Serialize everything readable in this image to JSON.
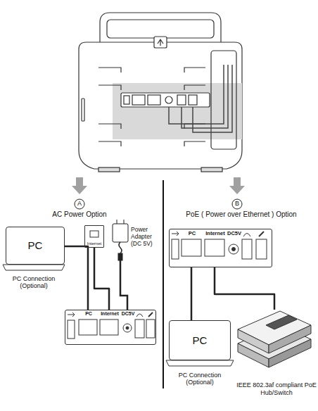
{
  "diagram": {
    "nodes": [
      {
        "text": [
          "PC"
        ]
      },
      {
        "text": [
          "Internet"
        ]
      },
      {
        "text": [
          "PC",
          "Internet",
          "DC5V"
        ]
      },
      {
        "text": [
          "PC",
          "Internet",
          "DC5V"
        ]
      },
      {
        "text": [
          "PC"
        ]
      },
      {
        "text": [
          "IEEE 802.3af compliant PoE Hub/Switch"
        ]
      }
    ],
    "edges": [
      {
        "from": 0,
        "to": 2,
        "arrow": "none"
      },
      {
        "from": 1,
        "to": 2,
        "arrow": "none"
      },
      {
        "from": 4,
        "to": 3,
        "arrow": "none"
      },
      {
        "from": 5,
        "to": 3,
        "arrow": "none"
      }
    ],
    "labels": [
      "A",
      "AC Power Option",
      "PC Connection (Optional)",
      "Power Adapter (DC 5V)",
      "B",
      "PoE ( Power over Ethernet ) Option",
      "PC Connection (Optional)"
    ]
  }
}
